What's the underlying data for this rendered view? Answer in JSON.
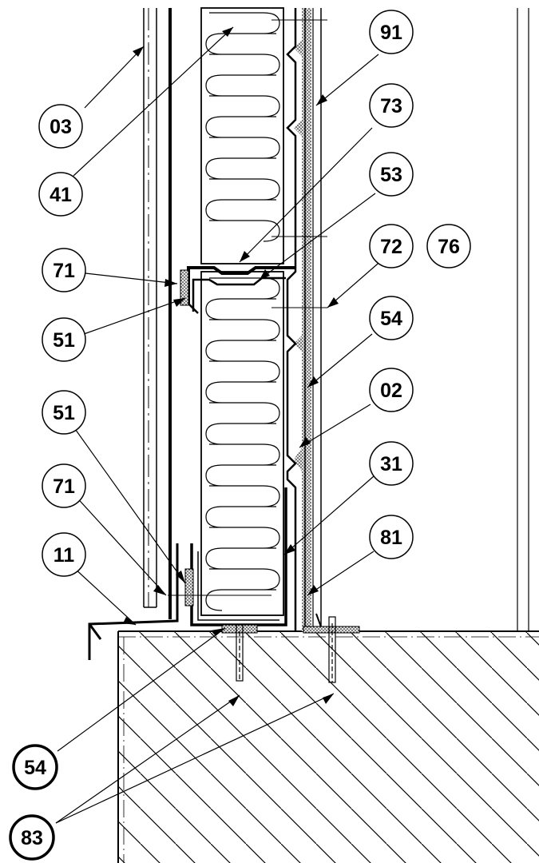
{
  "drawing": {
    "kind": "construction-section-detail",
    "callouts": {
      "c03": "03",
      "c41": "41",
      "c91": "91",
      "c73": "73",
      "c53": "53",
      "c72": "72",
      "c76": "76",
      "c71a": "71",
      "c51a": "51",
      "c54a": "54",
      "c02": "02",
      "c51b": "51",
      "c31": "31",
      "c71b": "71",
      "c81": "81",
      "c11": "11",
      "c54b": "54",
      "c83": "83"
    }
  },
  "colors": {
    "line": "#000000",
    "background": "#ffffff",
    "membrane_fill": "#cfcfcf"
  }
}
